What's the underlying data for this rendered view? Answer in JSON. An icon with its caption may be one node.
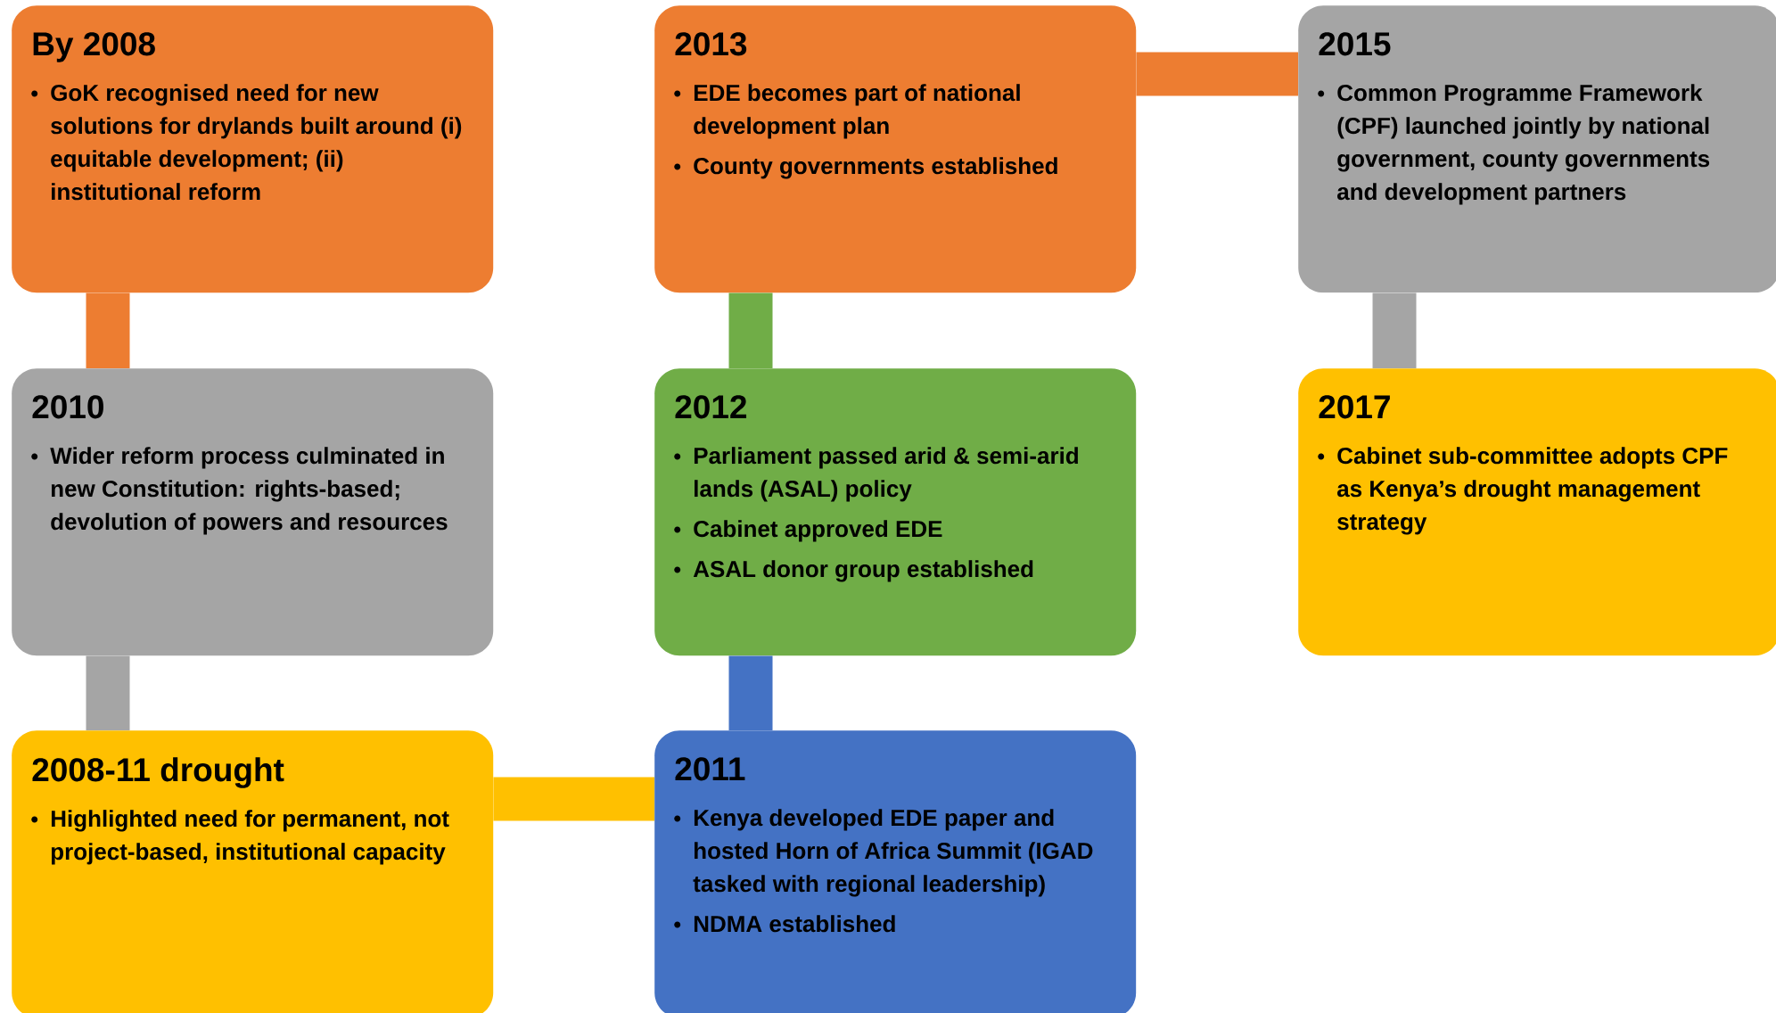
{
  "diagram": {
    "nodes": [
      {
        "text": [
          "By 2008",
          "GoK recognised need for new solutions for drylands built around (i) equitable development; (ii) institutional reform"
        ]
      },
      {
        "text": [
          "2013",
          "EDE becomes part of national development plan",
          "County governments established"
        ]
      },
      {
        "text": [
          "2015",
          "Common Programme Framework (CPF) launched jointly by national government, county governments and development partners"
        ]
      },
      {
        "text": [
          "2010",
          "Wider reform process culminated in new Constitution: rights-based; devolution of powers and resources"
        ]
      },
      {
        "text": [
          "2012",
          "Parliament passed arid & semi-arid lands (ASAL) policy",
          "Cabinet approved EDE",
          "ASAL donor group established"
        ]
      },
      {
        "text": [
          "2017",
          "Cabinet sub-committee adopts CPF as Kenya’s drought management strategy"
        ]
      },
      {
        "text": [
          "2008-11 drought",
          "Highlighted need for permanent, not project-based, institutional capacity"
        ]
      },
      {
        "text": [
          "2011",
          "Kenya developed EDE paper and hosted Horn of Africa Summit (IGAD tasked with regional leadership)",
          "NDMA established"
        ]
      }
    ],
    "edges": [
      {
        "from": 0,
        "to": 3,
        "arrow": "none",
        "color": "#ed7d31"
      },
      {
        "from": 3,
        "to": 6,
        "arrow": "none",
        "color": "#a5a5a5"
      },
      {
        "from": 6,
        "to": 7,
        "arrow": "none",
        "color": "#ffc000"
      },
      {
        "from": 7,
        "to": 4,
        "arrow": "none",
        "color": "#4472c4"
      },
      {
        "from": 4,
        "to": 1,
        "arrow": "none",
        "color": "#70ad47"
      },
      {
        "from": 1,
        "to": 2,
        "arrow": "none",
        "color": "#ed7d31"
      },
      {
        "from": 2,
        "to": 5,
        "arrow": "none",
        "color": "#a5a5a5"
      }
    ]
  }
}
